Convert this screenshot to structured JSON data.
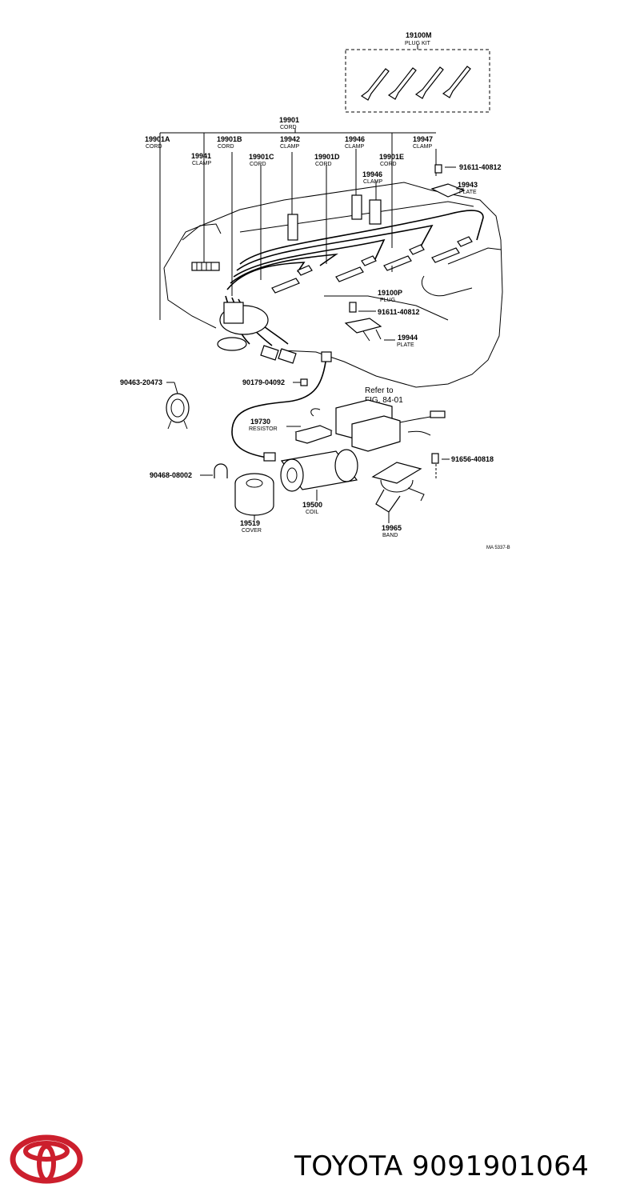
{
  "plug_kit": {
    "number": "19100M",
    "name": "PLUG KIT"
  },
  "labels": {
    "cord_main": {
      "number": "19901",
      "name": "CORD"
    },
    "cord_a": {
      "number": "19901A",
      "name": "CORD"
    },
    "cord_b": {
      "number": "19901B",
      "name": "CORD"
    },
    "cord_c": {
      "number": "19901C",
      "name": "CORD"
    },
    "cord_d": {
      "number": "19901D",
      "name": "CORD"
    },
    "cord_e": {
      "number": "19901E",
      "name": "CORD"
    },
    "clamp_19941": {
      "number": "19941",
      "name": "CLAMP"
    },
    "clamp_19942": {
      "number": "19942",
      "name": "CLAMP"
    },
    "clamp_19946a": {
      "number": "19946",
      "name": "CLAMP"
    },
    "clamp_19946b": {
      "number": "19946",
      "name": "CLAMP"
    },
    "clamp_19947": {
      "number": "19947",
      "name": "CLAMP"
    },
    "bolt_top": {
      "number": "91611-40812"
    },
    "plate_19943": {
      "number": "19943",
      "name": "PLATE"
    },
    "plug_19100p": {
      "number": "19100P",
      "name": "PLUG"
    },
    "bolt_mid": {
      "number": "91611-40812"
    },
    "plate_19944": {
      "number": "19944",
      "name": "PLATE"
    },
    "clip_90463": {
      "number": "90463-20473"
    },
    "part_90179": {
      "number": "90179-04092"
    },
    "refer_line1": "Refer to",
    "refer_line2": "FIG. 84-01",
    "resistor_19730": {
      "number": "19730",
      "name": "RESISTOR"
    },
    "bolt_91656": {
      "number": "91656-40818"
    },
    "clip_90468": {
      "number": "90468-08002"
    },
    "coil_19500": {
      "number": "19500",
      "name": "COIL"
    },
    "cover_19519": {
      "number": "19519",
      "name": "COVER"
    },
    "band_19965": {
      "number": "19965",
      "name": "BAND"
    },
    "drawing_ref": "MA 5337-B"
  },
  "footer": {
    "brand": "TOYOTA",
    "part_number": "9091901064",
    "logo_color": "#cc1f2d",
    "logo_icon": "toyota-emblem-icon"
  }
}
